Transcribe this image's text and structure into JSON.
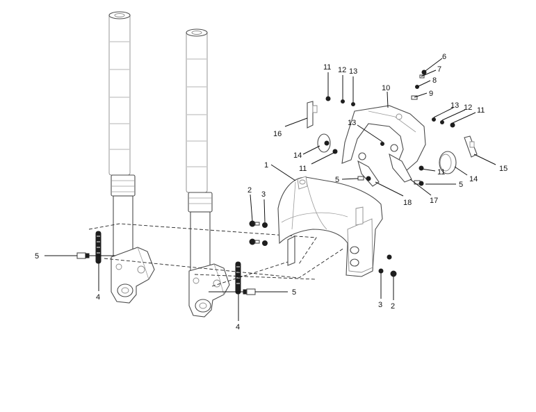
{
  "callouts": {
    "c1": "1",
    "c2a": "2",
    "c2b": "2",
    "c3a": "3",
    "c3b": "3",
    "c4a": "4",
    "c4b": "4",
    "c5a": "5",
    "c5b": "5",
    "c5c": "5",
    "c5d": "5",
    "c6": "6",
    "c7": "7",
    "c8": "8",
    "c9": "9",
    "c10": "10",
    "c11a": "11",
    "c11b": "11",
    "c11c": "11",
    "c11d": "11",
    "c12a": "12",
    "c12b": "12",
    "c13a": "13",
    "c13b": "13",
    "c13c": "13",
    "c14a": "14",
    "c14b": "14",
    "c15": "15",
    "c16": "16",
    "c17": "17",
    "c18": "18"
  },
  "colors": {
    "line": "#4a4a4a",
    "text": "#111111",
    "background": "#ffffff"
  }
}
